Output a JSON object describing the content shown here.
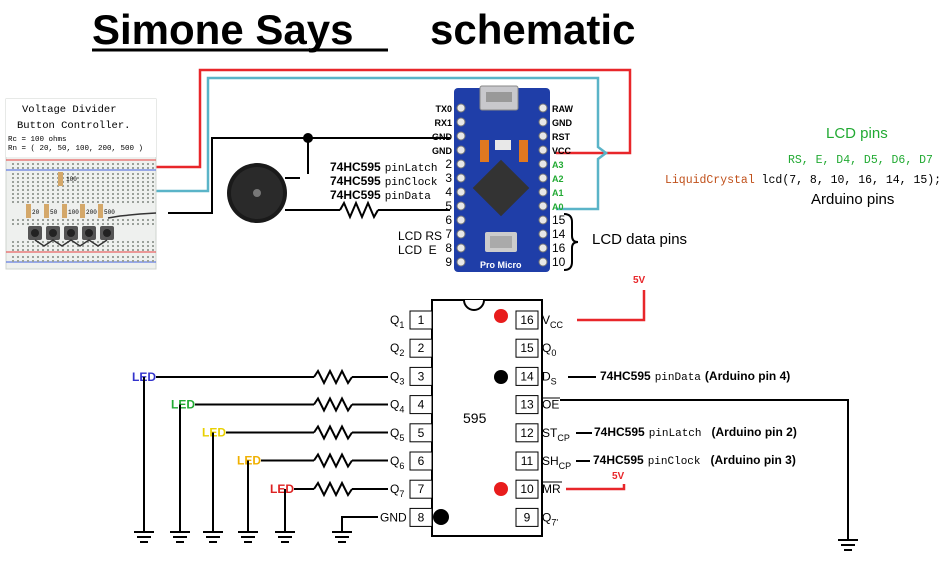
{
  "title": {
    "main": "Simone Says",
    "sub": "schematic"
  },
  "breadboard": {
    "heading_line1": "Voltage Divider",
    "heading_line2": "Button Controller.",
    "rc_text": "Rc = 100 ohms",
    "rn_text": "Rn = ( 20, 50, 100, 200, 500 )",
    "resistor_tags": [
      "100",
      "20",
      "50",
      "100",
      "200",
      "500"
    ]
  },
  "pro_micro": {
    "left_pins": [
      "TX0",
      "RX1",
      "GND",
      "GND",
      "2",
      "3",
      "4",
      "5",
      "6",
      "7",
      "8",
      "9"
    ],
    "right_pins": [
      "RAW",
      "GND",
      "RST",
      "VCC",
      "A3",
      "A2",
      "A1",
      "A0",
      "15",
      "14",
      "16",
      "10"
    ],
    "board_label": "Pro Micro"
  },
  "arduino_annotations": {
    "latch_part": "74HC595",
    "latch_name": "pinLatch",
    "clock_part": "74HC595",
    "clock_name": "pinClock",
    "data_part": "74HC595",
    "data_name": "pinData",
    "lcd_rs": "LCD RS",
    "lcd_e": "LCD  E",
    "lcd_data_pins": "LCD data pins"
  },
  "lcd_block": {
    "heading": "LCD pins",
    "pins_line": "RS,  E,  D4,  D5,  D6,  D7",
    "code_class": "LiquidCrystal",
    "code_args": " lcd(7, 8, 10, 16, 14, 15);",
    "arduino_pins": "Arduino pins"
  },
  "ic595": {
    "name": "595",
    "left_pins": [
      {
        "num": "1",
        "label": "Q",
        "sub": "1"
      },
      {
        "num": "2",
        "label": "Q",
        "sub": "2"
      },
      {
        "num": "3",
        "label": "Q",
        "sub": "3"
      },
      {
        "num": "4",
        "label": "Q",
        "sub": "4"
      },
      {
        "num": "5",
        "label": "Q",
        "sub": "5"
      },
      {
        "num": "6",
        "label": "Q",
        "sub": "6"
      },
      {
        "num": "7",
        "label": "Q",
        "sub": "7"
      },
      {
        "num": "8",
        "label": "GND",
        "sub": ""
      }
    ],
    "right_pins": [
      {
        "num": "16",
        "label": "V",
        "sub": "CC"
      },
      {
        "num": "15",
        "label": "Q",
        "sub": "0"
      },
      {
        "num": "14",
        "label": "D",
        "sub": "S"
      },
      {
        "num": "13",
        "label": "OE",
        "sub": ""
      },
      {
        "num": "12",
        "label": "ST",
        "sub": "CP"
      },
      {
        "num": "11",
        "label": "SH",
        "sub": "CP"
      },
      {
        "num": "10",
        "label": "MR",
        "sub": ""
      },
      {
        "num": "9",
        "label": "Q",
        "sub": "7'"
      }
    ]
  },
  "ic_annotations": {
    "vcc_5v": "5V",
    "mr_5v": "5V",
    "ds_part": "74HC595",
    "ds_name": "pinData",
    "ds_pin": "(Arduino pin 4)",
    "st_part": "74HC595",
    "st_name": "pinLatch",
    "st_pin": "(Arduino pin 2)",
    "sh_part": "74HC595",
    "sh_name": "pinClock",
    "sh_pin": "(Arduino pin 3)"
  },
  "leds": [
    {
      "label": "LED",
      "color": "#3333cc"
    },
    {
      "label": "LED",
      "color": "#22aa33"
    },
    {
      "label": "LED",
      "color": "#e8d000"
    },
    {
      "label": "LED",
      "color": "#f0b000"
    },
    {
      "label": "LED",
      "color": "#dd2222"
    }
  ],
  "colors": {
    "red_wire": "#e8262a",
    "cyan_wire": "#5ab4c8",
    "board_blue": "#1f3ea8",
    "lcd_green": "#22aa33",
    "code_orange": "#c0501a"
  }
}
